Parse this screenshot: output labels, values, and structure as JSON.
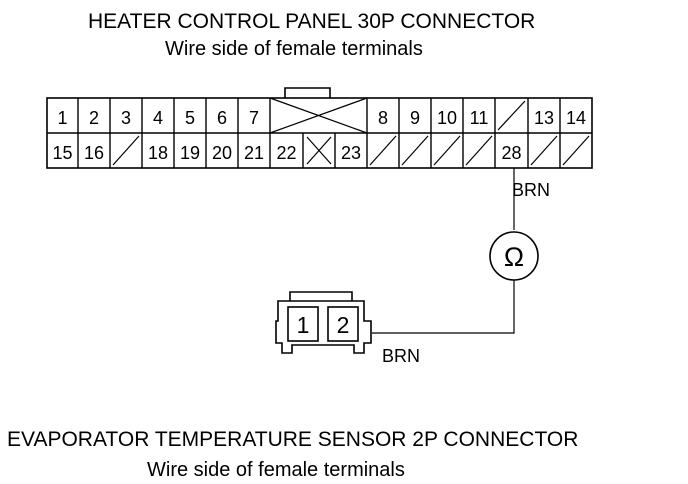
{
  "heater_connector": {
    "title": "HEATER CONTROL PANEL 30P CONNECTOR",
    "subtitle": "Wire side of female terminals",
    "row1": [
      "1",
      "2",
      "3",
      "4",
      "5",
      "6",
      "7",
      "",
      "",
      "8",
      "9",
      "10",
      "11",
      "",
      "13",
      "14"
    ],
    "row2": [
      "15",
      "16",
      "",
      "18",
      "19",
      "20",
      "21",
      "22",
      "",
      "23",
      "",
      "",
      "",
      "",
      "28",
      "",
      ""
    ]
  },
  "wire_label_top": "BRN",
  "wire_label_bottom": "BRN",
  "ohmmeter_symbol": "Ω",
  "evaporator_connector": {
    "title": "EVAPORATOR TEMPERATURE SENSOR 2P CONNECTOR",
    "subtitle": "Wire side of female terminals",
    "pins": [
      "1",
      "2"
    ]
  }
}
